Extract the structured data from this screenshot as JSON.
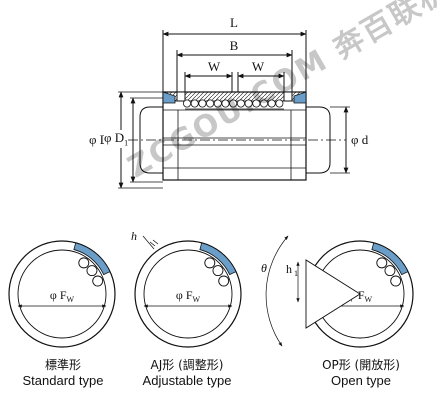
{
  "labels": {
    "L": "L",
    "B": "B",
    "W1": "W",
    "W2": "W",
    "phiD": "φ D",
    "phiD1": "φ D",
    "D1sub": "1",
    "phid": "φ d",
    "h": "h",
    "theta": "θ",
    "h1": "h",
    "h1sub": "1",
    "fw": "φ F",
    "fwsub": "W"
  },
  "types": [
    {
      "zh": "標準形",
      "en": "Standard type"
    },
    {
      "zh": "AJ形 (調整形)",
      "en": "Adjustable type"
    },
    {
      "zh": "OP形 (開放形)",
      "en": "Open type"
    }
  ],
  "watermark": "ZCGOU.COM 奔百联机电",
  "colors": {
    "seal": "#6a9ec9",
    "line": "#111111"
  }
}
